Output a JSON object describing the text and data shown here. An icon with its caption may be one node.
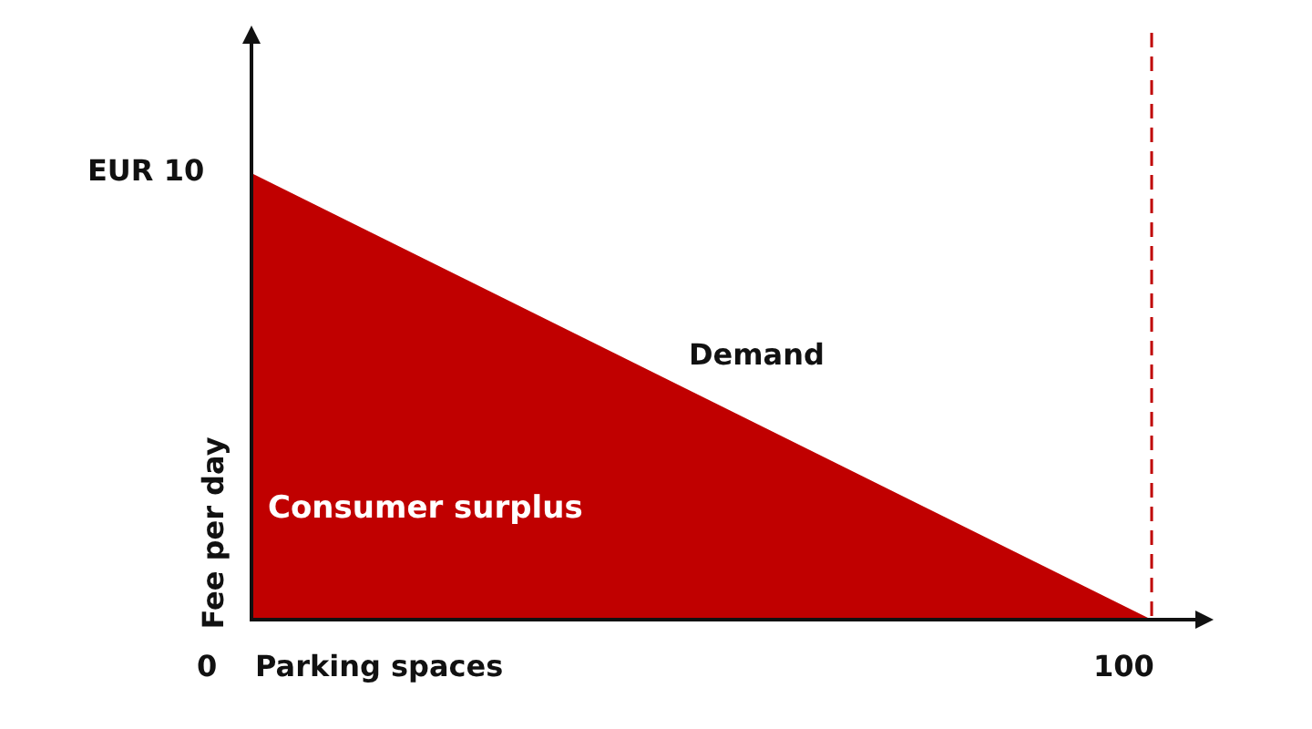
{
  "diagram": {
    "labels": [
      "EUR 10",
      "Demand",
      "Fee per day",
      "Consumer surplus",
      "0",
      "Parking spaces",
      "100"
    ]
  }
}
